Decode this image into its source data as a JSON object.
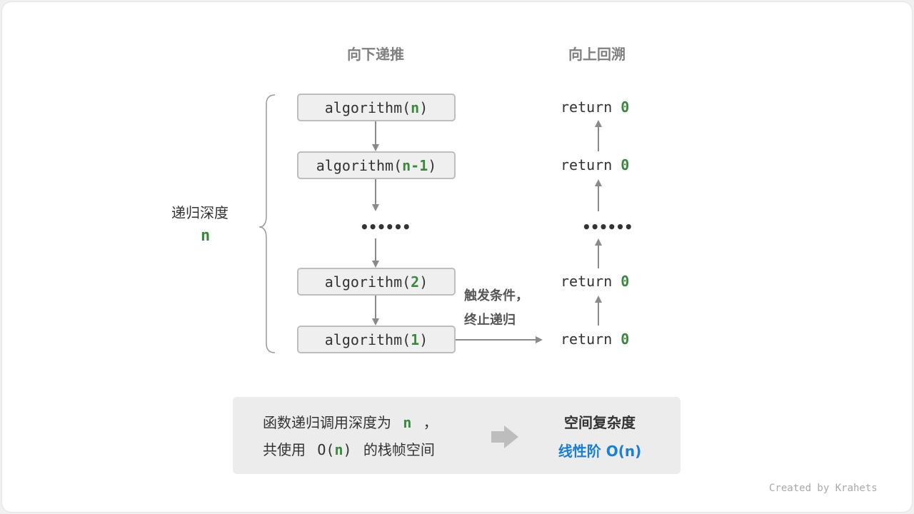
{
  "titles": {
    "recursion": "向下递推",
    "backtrack": "向上回溯"
  },
  "depth": {
    "label": "递归深度",
    "value": "n"
  },
  "calls": [
    {
      "prefix": "algorithm(",
      "arg": "n",
      "suffix": ")"
    },
    {
      "prefix": "algorithm(",
      "arg": "n-1",
      "suffix": ")"
    },
    {
      "prefix": "algorithm(",
      "arg": "2",
      "suffix": ")"
    },
    {
      "prefix": "algorithm(",
      "arg": "1",
      "suffix": ")"
    }
  ],
  "ellipsis": "••••••",
  "returns": [
    {
      "keyword": "return",
      "value": "0"
    },
    {
      "keyword": "return",
      "value": "0"
    },
    {
      "keyword": "return",
      "value": "0"
    },
    {
      "keyword": "return",
      "value": "0"
    }
  ],
  "trigger": {
    "line1": "触发条件，",
    "line2": "终止递归"
  },
  "summary": {
    "line1_prefix": "函数递归调用深度为",
    "line1_var": "n",
    "line1_suffix": "，",
    "line2_prefix": "共使用",
    "line2_o_open": "O(",
    "line2_var": "n",
    "line2_o_close": ")",
    "line2_suffix": "的栈帧空间",
    "result_title": "空间复杂度",
    "result_value": "线性阶 O(n)"
  },
  "credit": "Created by Krahets",
  "colors": {
    "accent_green": "#3a8a3e",
    "accent_blue": "#1a7fd6",
    "arrow_gray": "#8a8a8a"
  }
}
